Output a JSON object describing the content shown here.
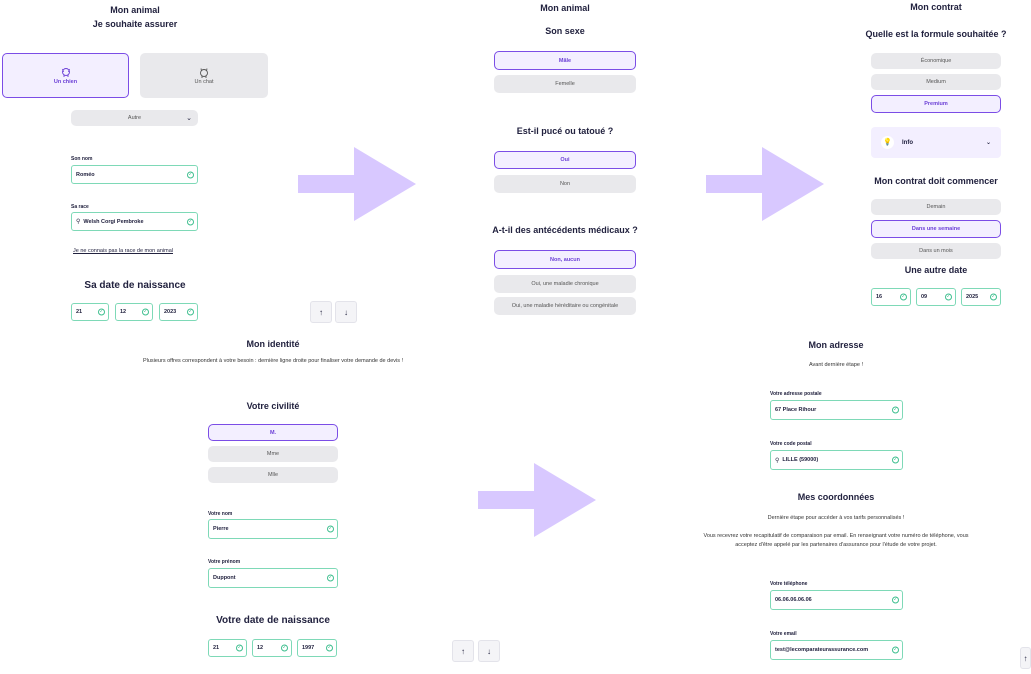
{
  "panel1": {
    "title": "Mon animal",
    "subtitle": "Je souhaite assurer",
    "pets": [
      "Un chien",
      "Un chat"
    ],
    "other": "Autre",
    "name_label": "Son nom",
    "name_value": "Roméo",
    "breed_label": "Sa race",
    "breed_value": "Welsh Corgi Pembroke",
    "breed_link": "Je ne connais pas la race de mon animal",
    "birth_title": "Sa date de naissance",
    "birth": [
      "21",
      "12",
      "2023"
    ]
  },
  "panel2": {
    "title": "Mon animal",
    "sex_title": "Son sexe",
    "sex": [
      "Mâle",
      "Femelle"
    ],
    "chip_title": "Est-il pucé ou tatoué ?",
    "chip": [
      "Oui",
      "Non"
    ],
    "med_title": "A-t-il des antécédents médicaux ?",
    "med": [
      "Non, aucun",
      "Oui, une maladie chronique",
      "Oui, une maladie héréditaire ou congénitale"
    ]
  },
  "panel3": {
    "title": "Mon contrat",
    "formula_title": "Quelle est la formule souhaitée ?",
    "formula": [
      "Économique",
      "Medium",
      "Premium"
    ],
    "info": "Info",
    "start_title": "Mon contrat doit commencer",
    "start": [
      "Demain",
      "Dans une semaine",
      "Dans un mois"
    ],
    "other_date_title": "Une autre date",
    "date": [
      "16",
      "09",
      "2025"
    ]
  },
  "panel4": {
    "title": "Mon identité",
    "intro": "Plusieurs offres correspondent à votre besoin : dernière ligne droite pour finaliser votre demande de devis !",
    "civ_title": "Votre civilité",
    "civ": [
      "M.",
      "Mme",
      "Mlle"
    ],
    "lastname_label": "Votre nom",
    "lastname_value": "Pierre",
    "firstname_label": "Votre prénom",
    "firstname_value": "Duppont",
    "birth_title": "Votre date de naissance",
    "birth": [
      "21",
      "12",
      "1997"
    ]
  },
  "panel5": {
    "title": "Mon adresse",
    "subtitle": "Avant dernière étape !",
    "address_label": "Votre adresse postale",
    "address_value": "67 Place Rihour",
    "zip_label": "Votre code postal",
    "zip_value": "LILLE (59000)",
    "coords_title": "Mes coordonnées",
    "coords_sub": "Dernière étape pour accéder à vos tarifs personnalisés !",
    "coords_text": "Vous recevrez votre recapitulatif de comparaison par email. En renseignant votre numéro de téléphone, vous acceptez d'être appelé par les partenaires d'assurance pour l'étude de votre projet.",
    "phone_label": "Votre téléphone",
    "phone_value": "06.06.06.06.06",
    "email_label": "Votre email",
    "email_value": "test@lecomparateurassurance.com"
  },
  "nav": {
    "up": "↑",
    "down": "↓"
  },
  "colors": {
    "accent": "#7b4de6",
    "arrow": "#d8c8ff",
    "valid": "#3fbf8f"
  }
}
